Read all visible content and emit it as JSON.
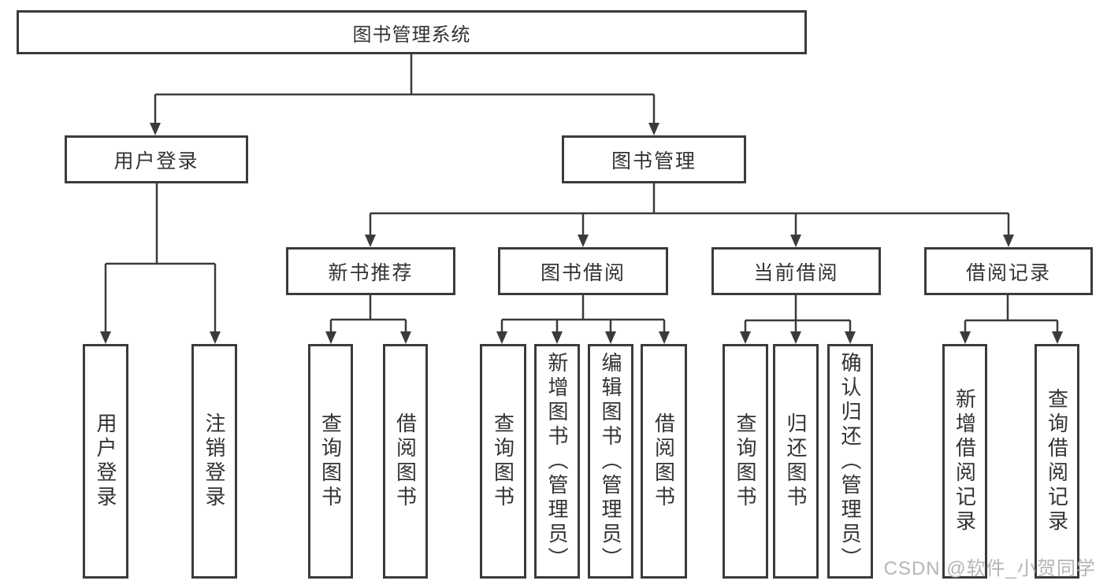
{
  "tree": {
    "root": {
      "label": "图书管理系统",
      "children": [
        {
          "label": "用户登录",
          "children": [
            {
              "label": "用户登录"
            },
            {
              "label": "注销登录"
            }
          ]
        },
        {
          "label": "图书管理",
          "children": [
            {
              "label": "新书推荐",
              "children": [
                {
                  "label": "查询图书"
                },
                {
                  "label": "借阅图书"
                }
              ]
            },
            {
              "label": "图书借阅",
              "children": [
                {
                  "label": "查询图书"
                },
                {
                  "label": "新增图书（管理员）"
                },
                {
                  "label": "编辑图书（管理员）"
                },
                {
                  "label": "借阅图书"
                }
              ]
            },
            {
              "label": "当前借阅",
              "children": [
                {
                  "label": "查询图书"
                },
                {
                  "label": "归还图书"
                },
                {
                  "label": "确认归还（管理员）"
                }
              ]
            },
            {
              "label": "借阅记录",
              "children": [
                {
                  "label": "新增借阅记录"
                },
                {
                  "label": "查询借阅记录"
                }
              ]
            }
          ]
        }
      ]
    }
  },
  "watermark": {
    "text": "CSDN @软件_小贺同学"
  },
  "colors": {
    "line": "#3b3b3b",
    "text": "#333333",
    "watermark_text": "#b5b5b5",
    "background": "#ffffff"
  }
}
